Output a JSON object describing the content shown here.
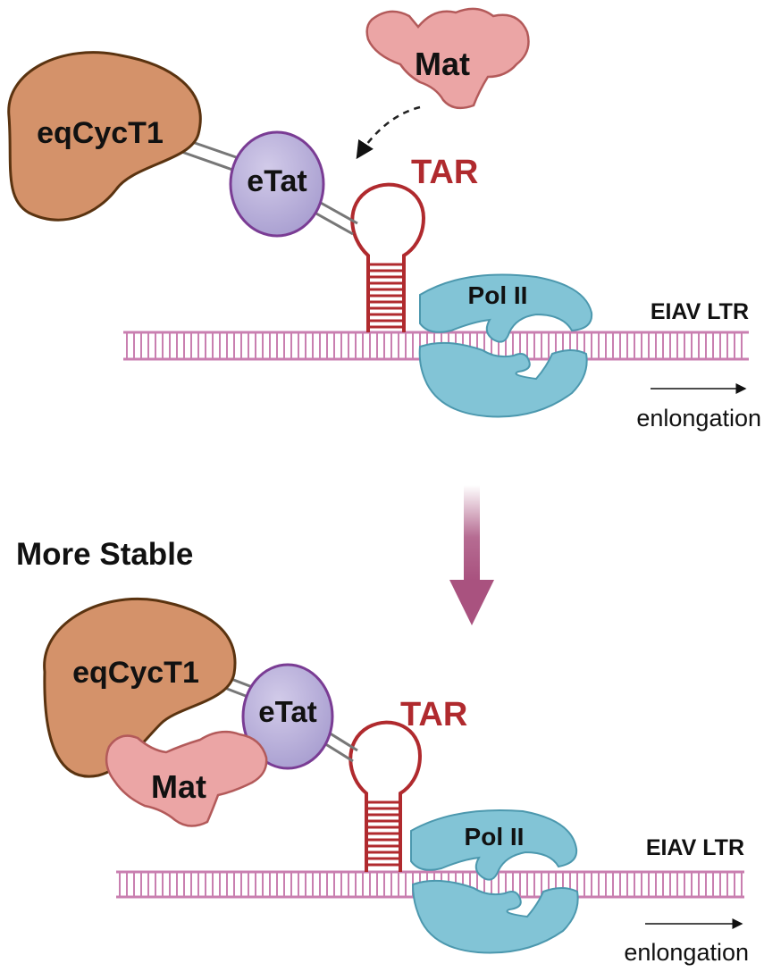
{
  "top_panel": {
    "cyclin_label": "eqCycT1",
    "tat_label": "eTat",
    "mat_label": "Mat",
    "tar_label": "TAR",
    "pol_label": "Pol II",
    "ltr_label": "EIAV LTR",
    "elongation_label": "enlongation"
  },
  "transition": {
    "stability_label": "More Stable"
  },
  "bottom_panel": {
    "cyclin_label": "eqCycT1",
    "tat_label": "eTat",
    "mat_label": "Mat",
    "tar_label": "TAR",
    "pol_label": "Pol II",
    "ltr_label": "EIAV LTR",
    "elongation_label": "enlongation"
  },
  "colors": {
    "cyclin_fill": "#d4926a",
    "cyclin_stroke": "#5a3310",
    "tat_fill": "#b7aed8",
    "tat_stroke": "#7a3c94",
    "mat_fill": "#eba5a5",
    "mat_stroke": "#b35a5a",
    "tar_stroke": "#b02a2e",
    "dna_stroke": "#c97fb0",
    "pol_fill": "#82c4d6",
    "pol_stroke": "#4c98ae",
    "arrow_fill": "#a9527f"
  }
}
